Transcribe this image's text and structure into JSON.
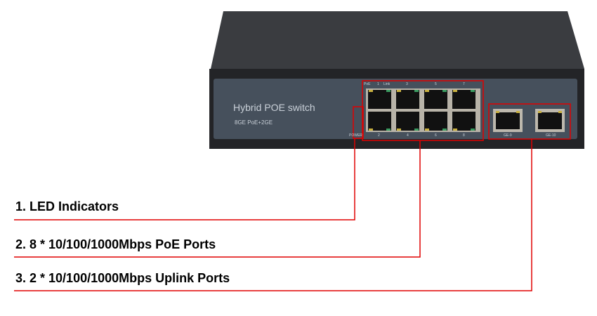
{
  "device": {
    "title": "Hybrid POE switch",
    "subtitle": "8GE PoE+2GE",
    "top_port_labels": [
      "PoE",
      "1",
      "Link",
      "3",
      "5",
      "7"
    ],
    "bottom_port_labels": [
      "POWER",
      "2",
      "4",
      "6",
      "8"
    ],
    "uplink_labels": [
      "GE-9",
      "GE-10"
    ]
  },
  "callouts": [
    {
      "label": "1. LED Indicators"
    },
    {
      "label": "2. 8 * 10/100/1000Mbps PoE Ports"
    },
    {
      "label": "3. 2 * 10/100/1000Mbps Uplink Ports"
    }
  ],
  "colors": {
    "highlight": "#e00000",
    "chassis": "#2a2c30",
    "panel": "#46505c"
  }
}
